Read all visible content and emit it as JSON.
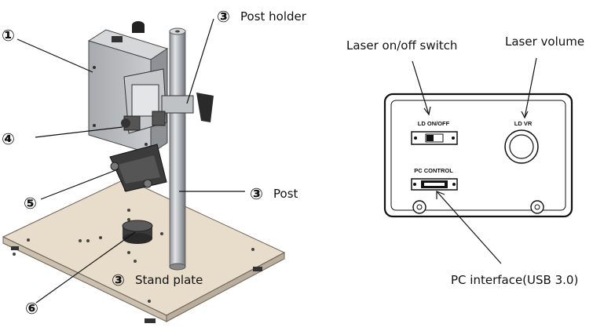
{
  "left_diagram": {
    "callouts": [
      {
        "num": "①",
        "label": ""
      },
      {
        "num": "③",
        "label": "Post holder"
      },
      {
        "num": "④",
        "label": ""
      },
      {
        "num": "⑤",
        "label": ""
      },
      {
        "num": "③",
        "label": "Post"
      },
      {
        "num": "③",
        "label": "Stand plate"
      },
      {
        "num": "⑥",
        "label": ""
      }
    ]
  },
  "right_diagram": {
    "labels": {
      "switch": "Laser on/off switch",
      "volume": "Laser volume",
      "interface": "PC interface(USB 3.0)"
    },
    "panel": {
      "ld_onoff": "LD ON/OFF",
      "ld_vr": "LD VR",
      "pc_control": "PC CONTROL"
    }
  },
  "colors": {
    "plate": "#e8dccb",
    "metal": "#b9bcc0",
    "dark": "#2a2a2a",
    "panel_fill": "#ffffff"
  }
}
